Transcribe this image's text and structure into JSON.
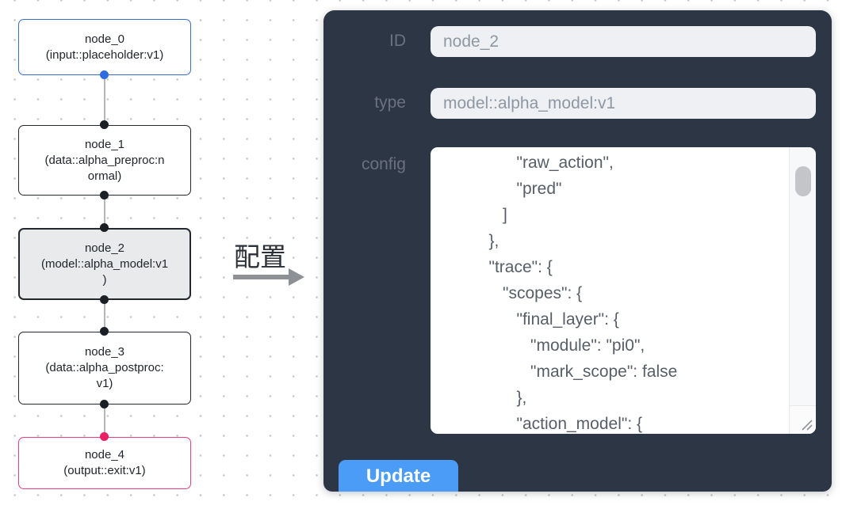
{
  "flow": {
    "nodes": [
      {
        "title": "node_0",
        "subtitle": "(input::placeholder:v1)"
      },
      {
        "title": "node_1",
        "subtitle": "(data::alpha_preproc:n\normal)"
      },
      {
        "title": "node_2",
        "subtitle": "(model::alpha_model:v1\n)"
      },
      {
        "title": "node_3",
        "subtitle": "(data::alpha_postproc:\nv1)"
      },
      {
        "title": "node_4",
        "subtitle": "(output::exit:v1)"
      }
    ],
    "arrow_label": "配置"
  },
  "panel": {
    "id_label": "ID",
    "id_value": "node_2",
    "type_label": "type",
    "type_value": "model::alpha_model:v1",
    "config_label": "config",
    "config_text": "         \"raw_action\",\n         \"pred\"\n      ]\n   },\n   \"trace\": {\n      \"scopes\": {\n         \"final_layer\": {\n            \"module\": \"pi0\",\n            \"mark_scope\": false\n         },\n         \"action_model\": {",
    "update_label": "Update"
  },
  "colors": {
    "panel_background": "#2d3644",
    "input_node_border": "#3a6cc9",
    "output_node_border": "#ee3d7f",
    "selected_node_fill": "#e9eaeb",
    "input_port": "#2e6ae0",
    "output_port": "#e91e63",
    "update_button": "#4a9cf7",
    "edge": "#b4b6ba"
  }
}
